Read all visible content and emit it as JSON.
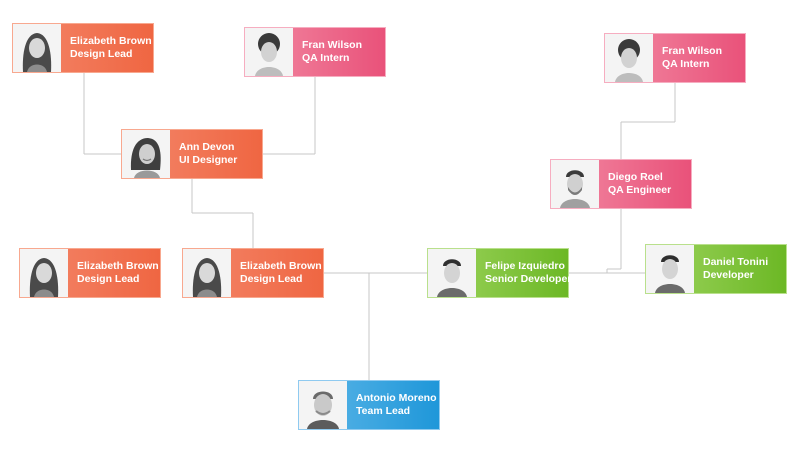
{
  "nodes": [
    {
      "id": "n1",
      "name": "Elizabeth Brown",
      "role": "Design Lead",
      "theme": "orange",
      "avatar": "female-long-hair"
    },
    {
      "id": "n2",
      "name": "Fran Wilson",
      "role": "QA Intern",
      "theme": "pink",
      "avatar": "male-curly-hair"
    },
    {
      "id": "n3",
      "name": "Ann Devon",
      "role": "UI Designer",
      "theme": "orange",
      "avatar": "female-smiling"
    },
    {
      "id": "n4",
      "name": "Elizabeth Brown",
      "role": "Design Lead",
      "theme": "orange",
      "avatar": "female-long-hair"
    },
    {
      "id": "n5",
      "name": "Elizabeth Brown",
      "role": "Design Lead",
      "theme": "orange",
      "avatar": "female-long-hair"
    },
    {
      "id": "n6",
      "name": "Antonio Moreno",
      "role": "Team Lead",
      "theme": "blue",
      "avatar": "male-older"
    },
    {
      "id": "n7",
      "name": "Felipe Izquiedro",
      "role": "Senior Developer",
      "theme": "green",
      "avatar": "male-short-hair"
    },
    {
      "id": "n8",
      "name": "Daniel Tonini",
      "role": "Developer",
      "theme": "green",
      "avatar": "male-short-hair"
    },
    {
      "id": "n9",
      "name": "Diego Roel",
      "role": "QA Engineer",
      "theme": "pink",
      "avatar": "male-beard"
    },
    {
      "id": "n10",
      "name": "Fran Wilson",
      "role": "QA Intern",
      "theme": "pink",
      "avatar": "male-curly-hair"
    }
  ],
  "colors": {
    "orange": "#ef6642",
    "pink": "#e9527a",
    "green": "#6cb825",
    "blue": "#1f97d9",
    "connector": "#c7c7c7"
  }
}
